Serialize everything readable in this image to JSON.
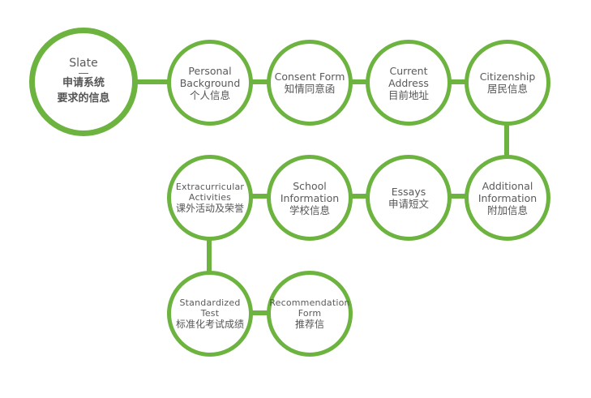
{
  "hub": {
    "title": "Slate",
    "subtitle_line1": "申请系统",
    "subtitle_line2": "要求的信息"
  },
  "nodes": [
    {
      "id": "personal-background",
      "en": [
        "Personal",
        "Background"
      ],
      "zh": "个人信息"
    },
    {
      "id": "consent-form",
      "en": [
        "Consent Form"
      ],
      "zh": "知情同意函"
    },
    {
      "id": "current-address",
      "en": [
        "Current",
        "Address"
      ],
      "zh": "目前地址"
    },
    {
      "id": "citizenship",
      "en": [
        "Citizenship"
      ],
      "zh": "居民信息"
    },
    {
      "id": "additional-information",
      "en": [
        "Additional",
        "Information"
      ],
      "zh": "附加信息"
    },
    {
      "id": "essays",
      "en": [
        "Essays"
      ],
      "zh": "申请短文"
    },
    {
      "id": "school-information",
      "en": [
        "School",
        "Information"
      ],
      "zh": "学校信息"
    },
    {
      "id": "extracurricular-activities",
      "en": [
        "Extracurricular",
        "Activities"
      ],
      "zh": "课外活动及荣誉"
    },
    {
      "id": "standardized-test",
      "en": [
        "Standardized",
        "Test"
      ],
      "zh": "标准化考试成绩"
    },
    {
      "id": "recommendation-form",
      "en": [
        "Recommendation",
        "Form"
      ],
      "zh": "推荐信"
    }
  ],
  "colors": {
    "accent": "#6db33f",
    "text": "#5a5a5a"
  }
}
